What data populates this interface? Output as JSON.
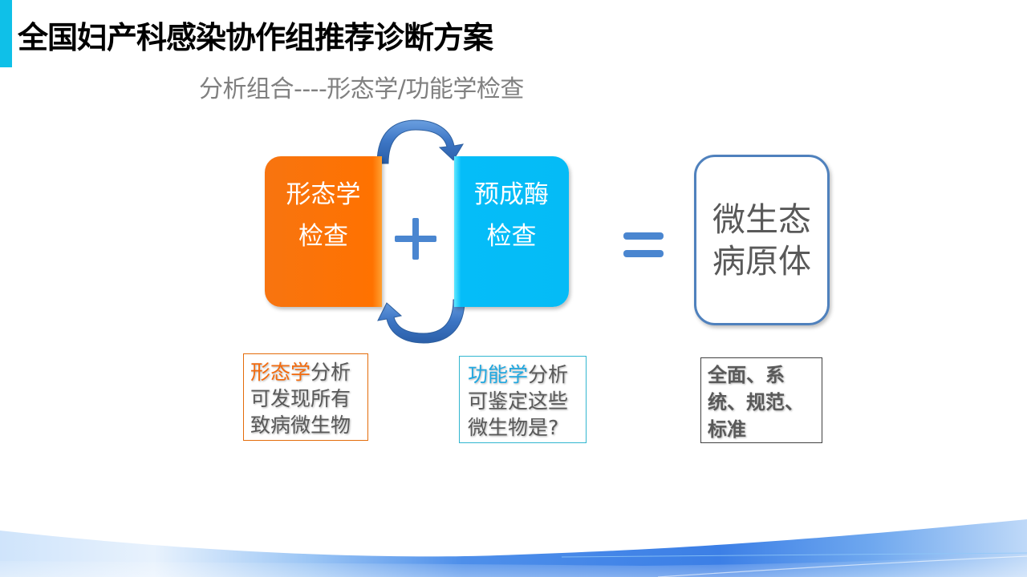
{
  "slide": {
    "title": "全国妇产科感染协作组推荐诊断方案",
    "subtitle": "分析组合----形态学/功能学检查",
    "accent_color": "#0FC0E8"
  },
  "diagram": {
    "left_box": {
      "line1": "形态学",
      "line2": "检查",
      "color": "#FF7200"
    },
    "operator_plus": "+",
    "right_box": {
      "line1": "预成酶",
      "line2": "检查",
      "color": "#05BDF8"
    },
    "operator_equals": "=",
    "result_box": {
      "line1": "微生态",
      "line2": "病原体",
      "border_color": "#4F81BD"
    },
    "cycle_arrows": [
      "top-arrow-left-to-right",
      "bottom-arrow-right-to-left"
    ]
  },
  "notes": {
    "morphology": {
      "highlight": "形态学",
      "line1_rest": "分析",
      "line2": "可发现所有",
      "line3": "致病微生物",
      "highlight_color": "#F26B0F"
    },
    "function": {
      "highlight": "功能学",
      "line1_rest": "分析",
      "line2": "可鉴定这些",
      "line3": "微生物是?",
      "highlight_color": "#21A8E0"
    },
    "standard": {
      "line1": "全面、系",
      "line2": "统、规范、",
      "line3": "标准"
    }
  }
}
